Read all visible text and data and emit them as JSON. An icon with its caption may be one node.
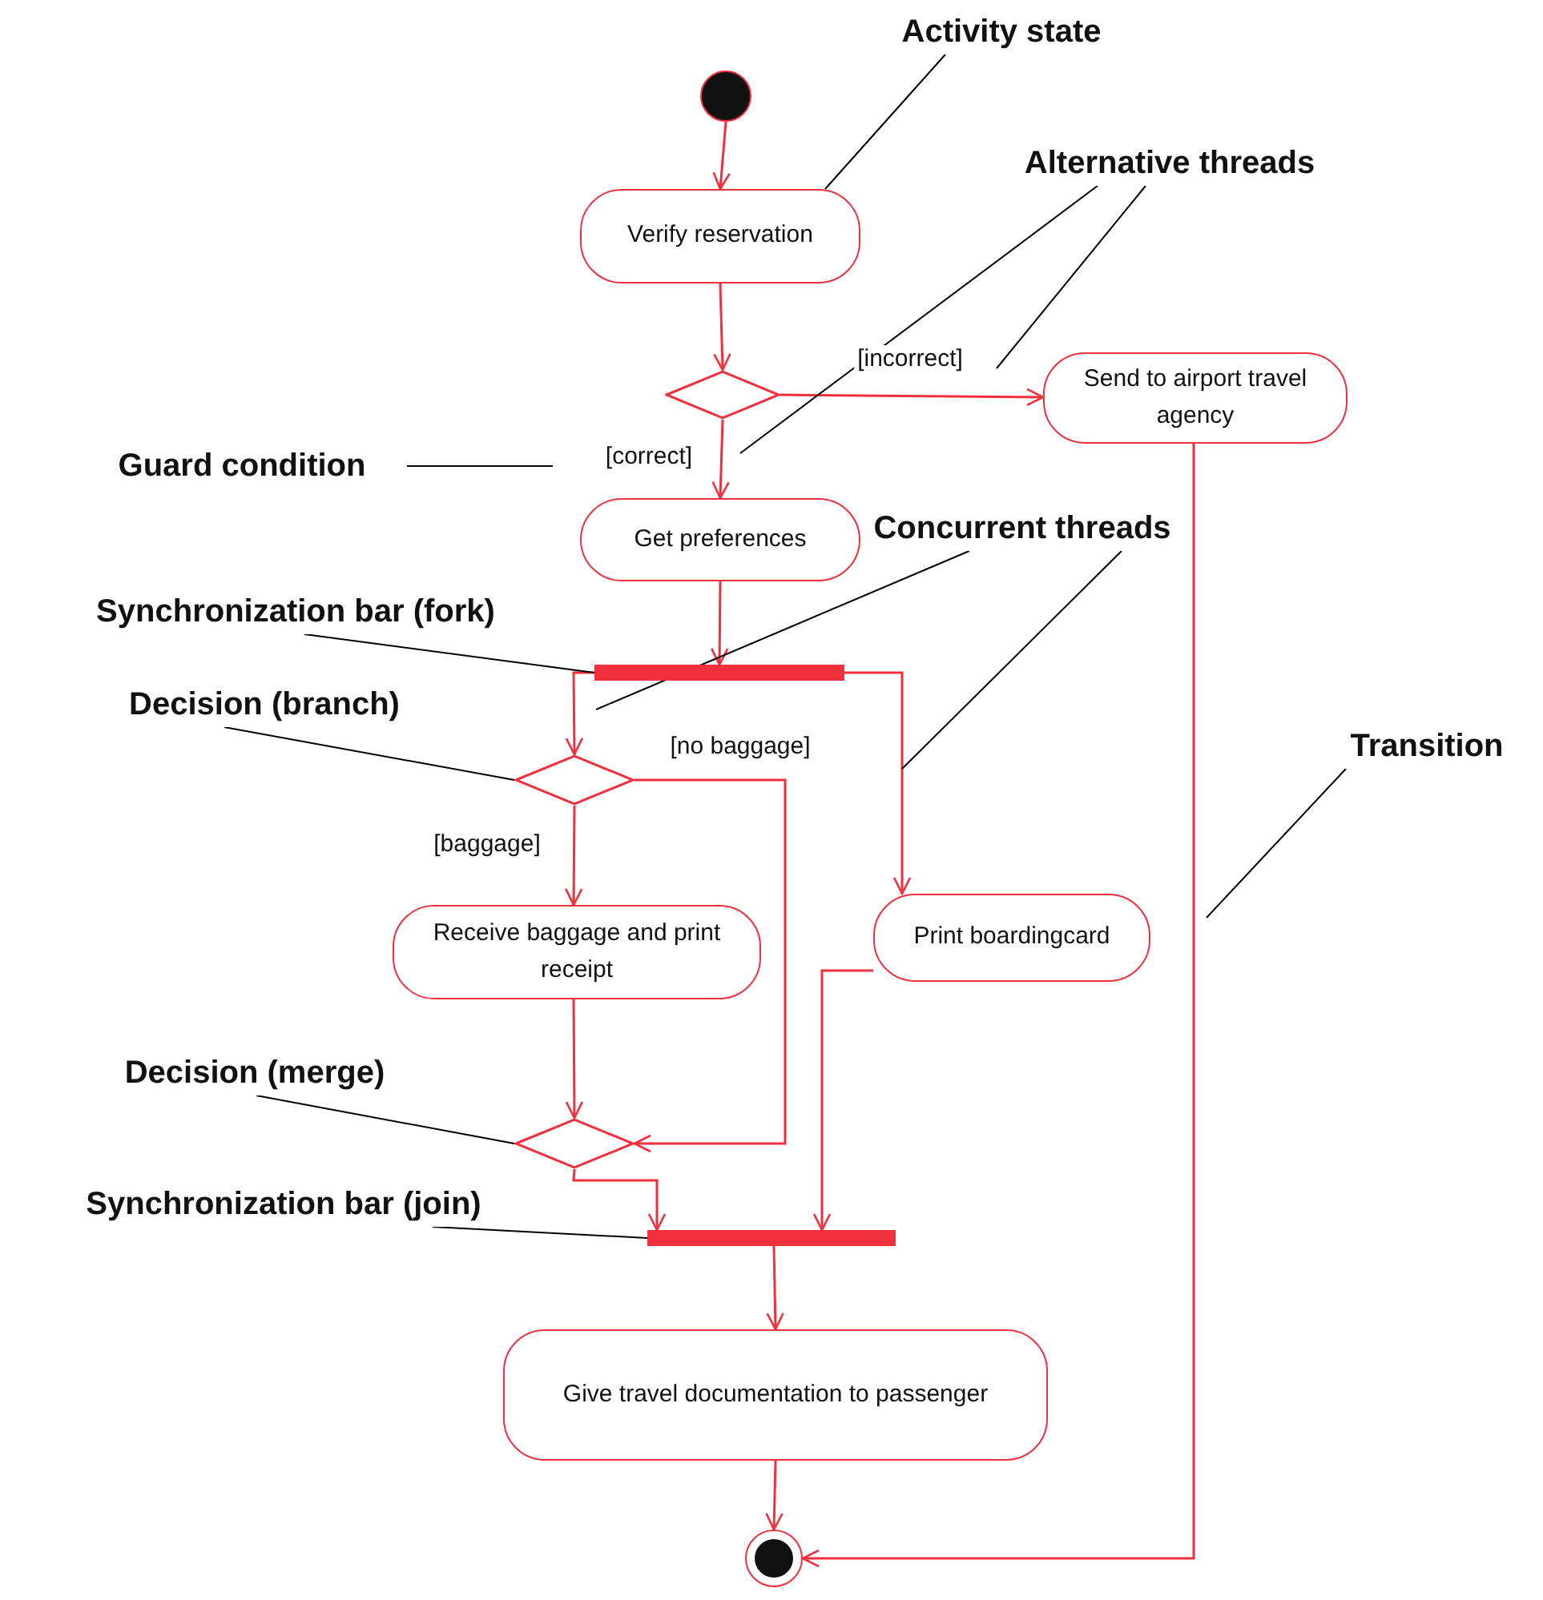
{
  "diagram": {
    "nodes": [
      {
        "text": [],
        "shape": "circle"
      },
      {
        "text": [
          "Verify reservation"
        ]
      },
      {
        "text": [],
        "shape": "diamond"
      },
      {
        "text": [
          "Send to airport travel agency"
        ]
      },
      {
        "text": [
          "Get preferences"
        ]
      },
      {
        "text": [],
        "shape": "bar"
      },
      {
        "text": [],
        "shape": "diamond"
      },
      {
        "text": [
          "Receive baggage and print receipt"
        ]
      },
      {
        "text": [
          "Print boardingcard"
        ]
      },
      {
        "text": [],
        "shape": "diamond"
      },
      {
        "text": [],
        "shape": "bar"
      },
      {
        "text": [
          "Give travel documentation to passenger"
        ]
      },
      {
        "text": [],
        "shape": "circle"
      },
      {
        "text": [
          "Activity state"
        ]
      },
      {
        "text": [
          "Alternative threads"
        ]
      },
      {
        "text": [
          "Guard condition"
        ]
      },
      {
        "text": [
          "Synchronization bar (fork)"
        ]
      },
      {
        "text": [
          "Concurrent threads"
        ]
      },
      {
        "text": [
          "Decision (branch)"
        ]
      },
      {
        "text": [
          "Decision (merge)"
        ]
      },
      {
        "text": [
          "Synchronization bar (join)"
        ]
      },
      {
        "text": [
          "Transition"
        ]
      }
    ],
    "edges": [
      {
        "from": 0,
        "to": 1,
        "arrow": "to"
      },
      {
        "from": 1,
        "to": 2,
        "arrow": "to"
      },
      {
        "from": 2,
        "to": 3,
        "arrow": "to",
        "label": "[incorrect]"
      },
      {
        "from": 2,
        "to": 4,
        "arrow": "to",
        "label": "[correct]"
      },
      {
        "from": 4,
        "to": 5,
        "arrow": "to"
      },
      {
        "from": 5,
        "to": 6,
        "arrow": "to"
      },
      {
        "from": 5,
        "to": 8,
        "arrow": "to"
      },
      {
        "from": 6,
        "to": 7,
        "arrow": "to",
        "label": "[baggage]"
      },
      {
        "from": 6,
        "to": 9,
        "arrow": "to",
        "label": "[no baggage]"
      },
      {
        "from": 7,
        "to": 9,
        "arrow": "to"
      },
      {
        "from": 9,
        "to": 10,
        "arrow": "to"
      },
      {
        "from": 8,
        "to": 10,
        "arrow": "to"
      },
      {
        "from": 10,
        "to": 11,
        "arrow": "to"
      },
      {
        "from": 11,
        "to": 12,
        "arrow": "to"
      },
      {
        "from": 3,
        "to": 12,
        "arrow": "to"
      },
      {
        "from": 13,
        "to": 1,
        "arrow": "none",
        "color": "#000000"
      },
      {
        "from": 14,
        "to": null,
        "arrow": "none",
        "color": "#000000"
      },
      {
        "from": 14,
        "to": null,
        "arrow": "none",
        "color": "#000000"
      },
      {
        "from": 15,
        "to": null,
        "arrow": "none",
        "color": "#000000"
      },
      {
        "from": 16,
        "to": 5,
        "arrow": "none",
        "color": "#000000"
      },
      {
        "from": 17,
        "to": null,
        "arrow": "none",
        "color": "#000000"
      },
      {
        "from": 17,
        "to": null,
        "arrow": "none",
        "color": "#000000"
      },
      {
        "from": 18,
        "to": 6,
        "arrow": "none",
        "color": "#000000"
      },
      {
        "from": 19,
        "to": 9,
        "arrow": "none",
        "color": "#000000"
      },
      {
        "from": 20,
        "to": 10,
        "arrow": "none",
        "color": "#000000"
      },
      {
        "from": 21,
        "to": null,
        "arrow": "none",
        "color": "#000000"
      }
    ]
  }
}
